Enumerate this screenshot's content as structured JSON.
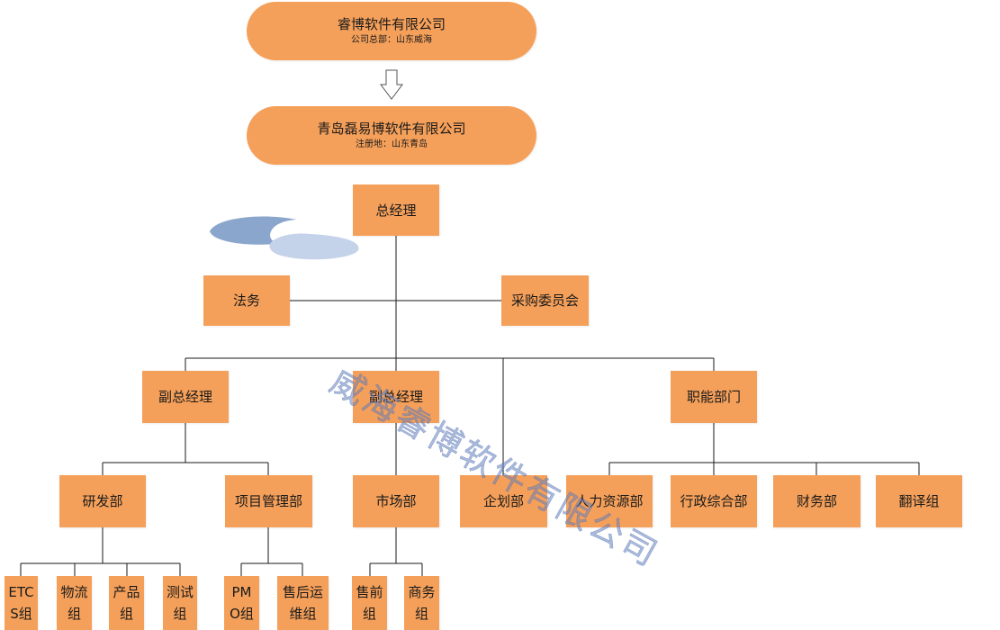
{
  "parent_company": {
    "name": "睿博软件有限公司",
    "subtitle": "公司总部：山东威海"
  },
  "company": {
    "name": "青岛磊易博软件有限公司",
    "subtitle": "注册地：山东青岛"
  },
  "nodes": {
    "general_manager": "总经理",
    "legal": "法务",
    "procurement": "采购委员会",
    "deputy_gm_1": "副总经理",
    "deputy_gm_2": "副总经理",
    "functional": "职能部门",
    "rd": "研发部",
    "pm": "项目管理部",
    "market": "市场部",
    "planning": "企划部",
    "hr": "人力资源部",
    "admin": "行政综合部",
    "finance": "财务部",
    "translation": "翻译组",
    "etcs": "ETCS组",
    "logistics": "物流组",
    "product": "产品组",
    "testing": "测试组",
    "pmo": "PMO组",
    "aftersales": "售后运维组",
    "presales": "售前组",
    "business": "商务组"
  },
  "watermark": "威海睿博软件有限公司",
  "colors": {
    "box_fill": "#f5a05a",
    "line": "#1a1a1a",
    "watermark": "#6482be",
    "logo_dark": "#8aa6cc",
    "logo_light": "#c5d3ea"
  }
}
